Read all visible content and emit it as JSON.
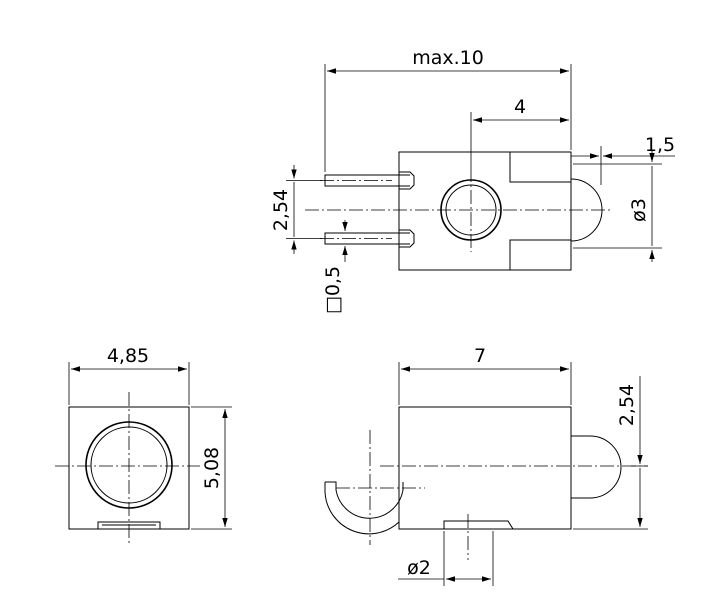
{
  "top_view": {
    "overall_width": "max.10",
    "lens_center_offset": "4",
    "dome_protrusion": "1,5",
    "dome_diameter": "ø3",
    "pin_pitch": "2,54",
    "pin_square": "□0,5"
  },
  "front_view": {
    "width": "4,85",
    "height": "5,08"
  },
  "side_view": {
    "body_length": "7",
    "axis_height": "2,54",
    "hole_diameter": "ø2"
  },
  "colors": {
    "line": "#000000",
    "background": "#ffffff"
  }
}
